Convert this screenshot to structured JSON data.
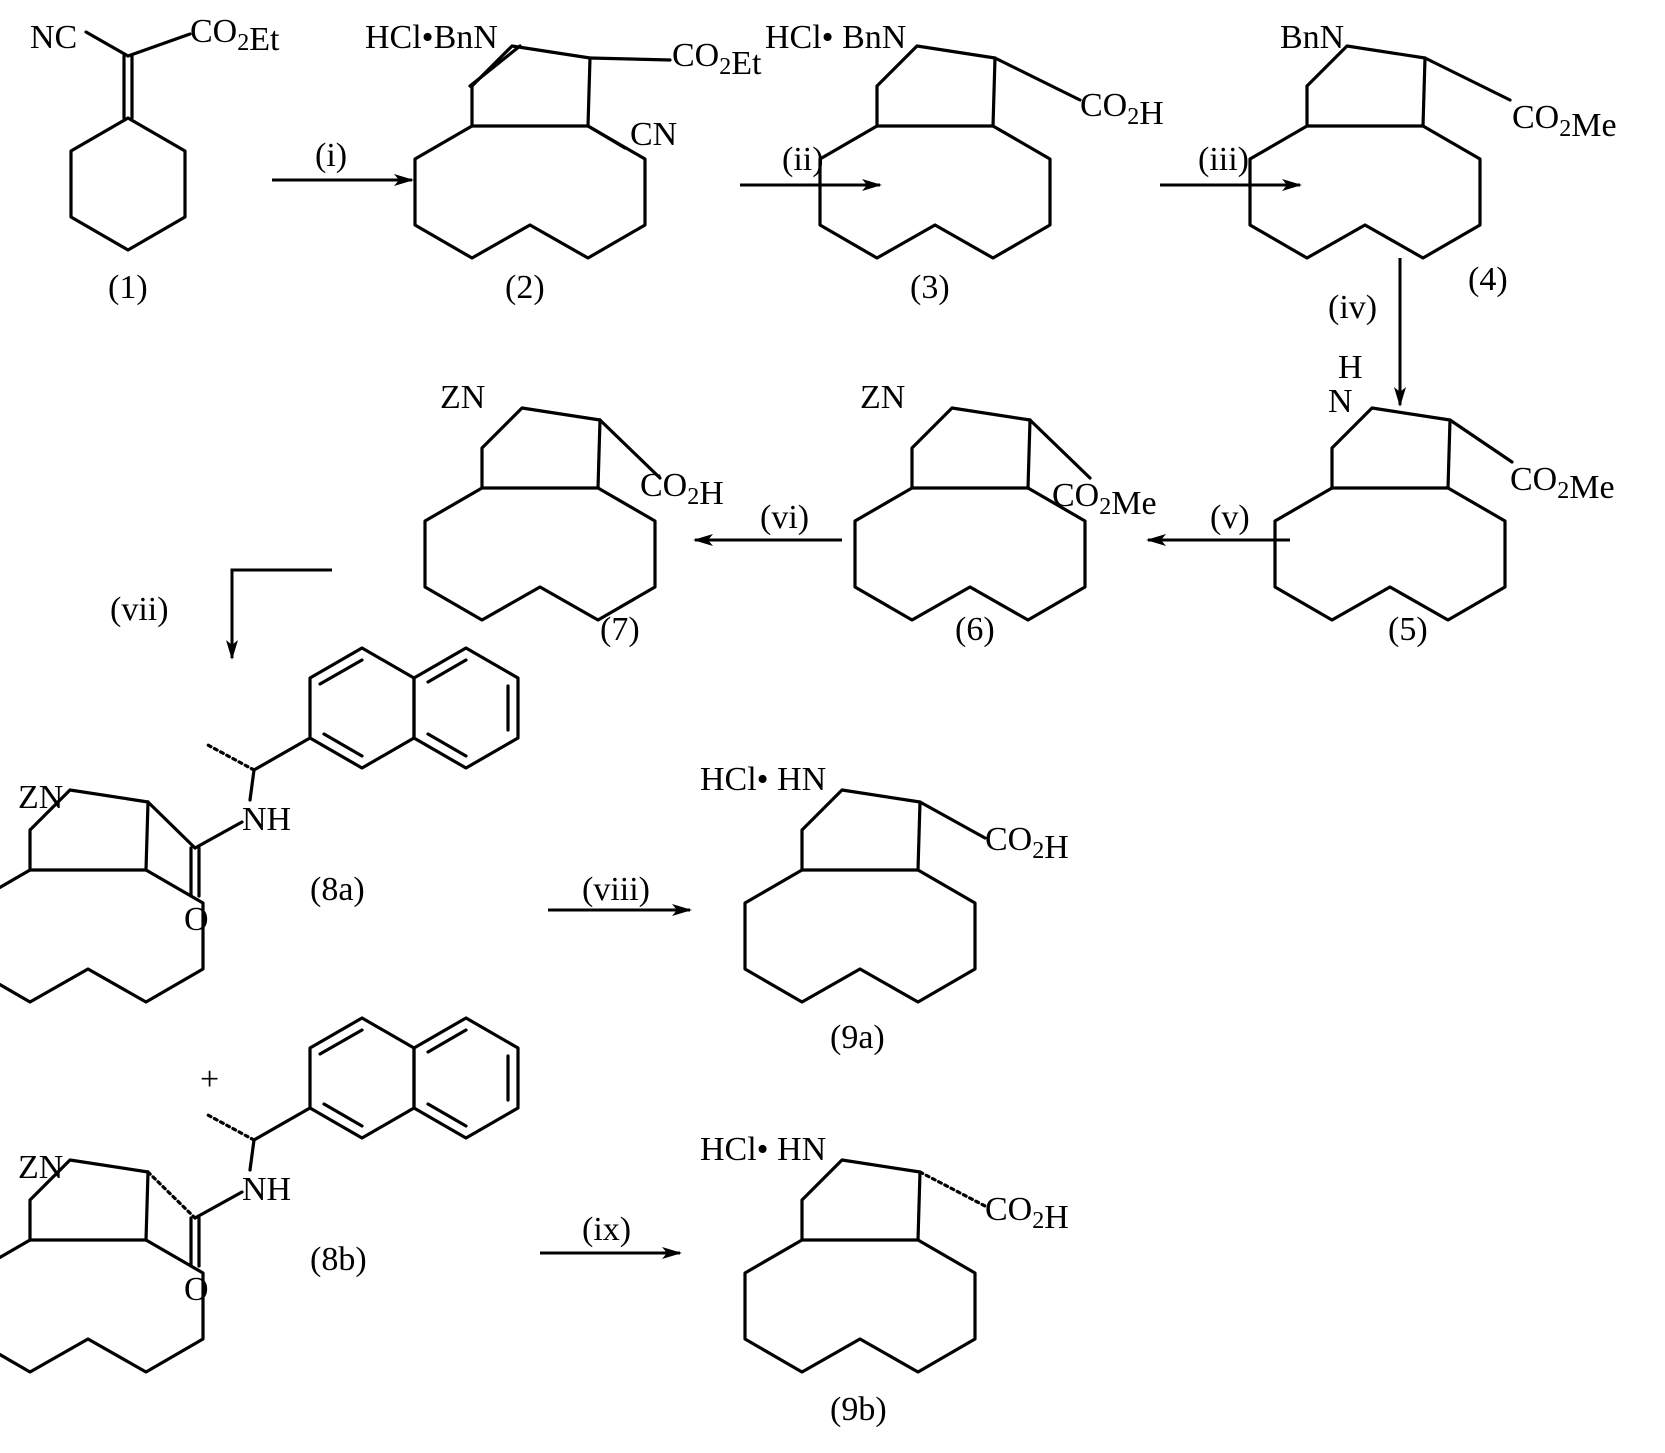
{
  "scheme": {
    "compounds": {
      "c1": {
        "label": "(1)",
        "nc": "NC",
        "ester": "CO2Et"
      },
      "c2": {
        "label": "(2)",
        "amine": "HCl•BnN",
        "ester": "CO2Et",
        "cn": "CN"
      },
      "c3": {
        "label": "(3)",
        "amine": "HCl• BnN",
        "acid": "CO2H"
      },
      "c4": {
        "label": "(4)",
        "amine": "BnN",
        "ester": "CO2Me"
      },
      "c5": {
        "label": "(5)",
        "h": "H",
        "n": "N",
        "ester": "CO2Me"
      },
      "c6": {
        "label": "(6)",
        "amine": "ZN",
        "ester": "CO2Me"
      },
      "c7": {
        "label": "(7)",
        "amine": "ZN",
        "acid": "CO2H"
      },
      "c8a": {
        "label": "(8a)",
        "amine": "ZN",
        "nh": "NH",
        "o": "O"
      },
      "c8b": {
        "label": "(8b)",
        "amine": "ZN",
        "nh": "NH",
        "o": "O"
      },
      "c9a": {
        "label": "(9a)",
        "amine": "HCl• HN",
        "acid": "CO2H"
      },
      "c9b": {
        "label": "(9b)",
        "amine": "HCl• HN",
        "acid": "CO2H"
      }
    },
    "steps": {
      "i": "(i)",
      "ii": "(ii)",
      "iii": "(iii)",
      "iv": "(iv)",
      "v": "(v)",
      "vi": "(vi)",
      "vii": "(vii)",
      "viii": "(viii)",
      "ix": "(ix)"
    },
    "plus": "+"
  }
}
